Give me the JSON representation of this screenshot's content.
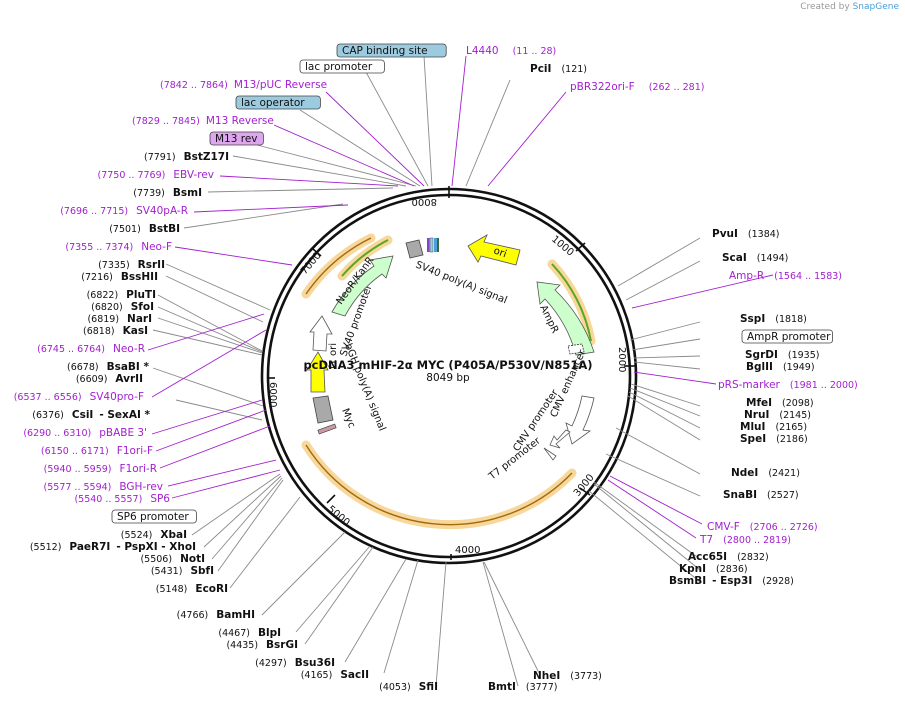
{
  "app": {
    "credit_prefix": "Created by",
    "credit_brand": "SnapGene"
  },
  "plasmid": {
    "name": "pcDNA3 mHIF-2α MYC (P405A/P530V/N851A)",
    "size_text": "8049 bp",
    "length": 8049,
    "ticks": [
      "1000",
      "2000",
      "3000",
      "4000",
      "5000",
      "6000",
      "7000",
      "8000"
    ]
  },
  "colors": {
    "backbone": "#111111",
    "feature_purple": "#a21fcf",
    "ori_yellow": "#ffff00",
    "amp_green": "#ccffcc",
    "promoter_white": "#ffffff",
    "callout_blue": "#9ccbe0",
    "callout_pink": "#dda6ee",
    "halo_orange": "#f5c97a",
    "orf_green": "#5aa624"
  },
  "right_labels": [
    {
      "name": "PvuI",
      "pos": "(1384)",
      "kind": "site"
    },
    {
      "name": "ScaI",
      "pos": "(1494)",
      "kind": "site"
    },
    {
      "name": "Amp-R",
      "pos": "(1564 .. 1583)",
      "kind": "primer"
    },
    {
      "name": "SspI",
      "pos": "(1818)",
      "kind": "site"
    },
    {
      "name": "AmpR promoter",
      "pos": "",
      "kind": "box"
    },
    {
      "name": "SgrDI",
      "pos": "(1935)",
      "kind": "site"
    },
    {
      "name": "BglII",
      "pos": "(1949)",
      "kind": "site"
    },
    {
      "name": "pRS-marker",
      "pos": "(1981 .. 2000)",
      "kind": "primer"
    },
    {
      "name": "MfeI",
      "pos": "(2098)",
      "kind": "site"
    },
    {
      "name": "NruI",
      "pos": "(2145)",
      "kind": "site"
    },
    {
      "name": "MluI",
      "pos": "(2165)",
      "kind": "site"
    },
    {
      "name": "SpeI",
      "pos": "(2186)",
      "kind": "site"
    },
    {
      "name": "NdeI",
      "pos": "(2421)",
      "kind": "site"
    },
    {
      "name": "SnaBI",
      "pos": "(2527)",
      "kind": "site"
    },
    {
      "name": "CMV-F",
      "pos": "(2706 .. 2726)",
      "kind": "primer"
    },
    {
      "name": "T7",
      "pos": "(2800 .. 2819)",
      "kind": "primer"
    },
    {
      "name": "Acc65I",
      "pos": "(2832)",
      "kind": "site"
    },
    {
      "name": "KpnI",
      "pos": "(2836)",
      "kind": "site"
    },
    {
      "name": "BsmBI",
      "pos": "(2928)",
      "kind": "site",
      "extra": "-  Esp3I"
    },
    {
      "name": "NheI",
      "pos": "(3773)",
      "kind": "site"
    },
    {
      "name": "BmtI",
      "pos": "(3777)",
      "kind": "site"
    }
  ],
  "top_labels": [
    {
      "name": "CAP binding site",
      "kind": "box-blue"
    },
    {
      "name": "lac promoter",
      "kind": "box"
    },
    {
      "name": "M13/pUC Reverse",
      "pos": "(7842 .. 7864)",
      "kind": "primer"
    },
    {
      "name": "lac operator",
      "kind": "box-blue"
    },
    {
      "name": "M13 Reverse",
      "pos": "(7829 .. 7845)",
      "kind": "primer"
    },
    {
      "name": "M13 rev",
      "kind": "box-pink"
    },
    {
      "name": "L4440",
      "pos": "(11 .. 28)",
      "kind": "primer"
    },
    {
      "name": "PciI",
      "pos": "(121)",
      "kind": "site"
    },
    {
      "name": "pBR322ori-F",
      "pos": "(262 .. 281)",
      "kind": "primer"
    }
  ],
  "left_labels": [
    {
      "name": "BstZ17I",
      "pos": "(7791)",
      "kind": "site"
    },
    {
      "name": "EBV-rev",
      "pos": "(7750 .. 7769)",
      "kind": "primer"
    },
    {
      "name": "BsmI",
      "pos": "(7739)",
      "kind": "site"
    },
    {
      "name": "SV40pA-R",
      "pos": "(7696 .. 7715)",
      "kind": "primer"
    },
    {
      "name": "BstBI",
      "pos": "(7501)",
      "kind": "site"
    },
    {
      "name": "Neo-F",
      "pos": "(7355 .. 7374)",
      "kind": "primer"
    },
    {
      "name": "RsrII",
      "pos": "(7335)",
      "kind": "site"
    },
    {
      "name": "BssHII",
      "pos": "(7216)",
      "kind": "site"
    },
    {
      "name": "PluTI",
      "pos": "(6822)",
      "kind": "site"
    },
    {
      "name": "SfoI",
      "pos": "(6820)",
      "kind": "site"
    },
    {
      "name": "NarI",
      "pos": "(6819)",
      "kind": "site"
    },
    {
      "name": "KasI",
      "pos": "(6818)",
      "kind": "site"
    },
    {
      "name": "Neo-R",
      "pos": "(6745 .. 6764)",
      "kind": "primer"
    },
    {
      "name": "BsaBI *",
      "pos": "(6678)",
      "kind": "site"
    },
    {
      "name": "AvrII",
      "pos": "(6609)",
      "kind": "site"
    },
    {
      "name": "SV40pro-F",
      "pos": "(6537 .. 6556)",
      "kind": "primer"
    },
    {
      "name": "CsiI",
      "pos": "(6376)",
      "kind": "site",
      "extra": "-  SexAI *"
    },
    {
      "name": "pBABE 3'",
      "pos": "(6290 .. 6310)",
      "kind": "primer"
    },
    {
      "name": "F1ori-F",
      "pos": "(6150 .. 6171)",
      "kind": "primer"
    },
    {
      "name": "F1ori-R",
      "pos": "(5940 .. 5959)",
      "kind": "primer"
    },
    {
      "name": "BGH-rev",
      "pos": "(5577 .. 5594)",
      "kind": "primer"
    },
    {
      "name": "SP6",
      "pos": "(5540 .. 5557)",
      "kind": "primer"
    },
    {
      "name": "SP6 promoter",
      "kind": "box"
    },
    {
      "name": "XbaI",
      "pos": "(5524)",
      "kind": "site"
    },
    {
      "name": "PaeR7I",
      "pos": "(5512)",
      "kind": "site",
      "extra": "-  PspXI   -  XhoI"
    },
    {
      "name": "NotI",
      "pos": "(5506)",
      "kind": "site"
    },
    {
      "name": "SbfI",
      "pos": "(5431)",
      "kind": "site"
    },
    {
      "name": "EcoRI",
      "pos": "(5148)",
      "kind": "site"
    },
    {
      "name": "BamHI",
      "pos": "(4766)",
      "kind": "site"
    },
    {
      "name": "BlpI",
      "pos": "(4467)",
      "kind": "site"
    },
    {
      "name": "BsrGI",
      "pos": "(4435)",
      "kind": "site"
    },
    {
      "name": "Bsu36I",
      "pos": "(4297)",
      "kind": "site"
    },
    {
      "name": "SacII",
      "pos": "(4165)",
      "kind": "site"
    },
    {
      "name": "SfiI",
      "pos": "(4053)",
      "kind": "site"
    }
  ],
  "features": {
    "ori": "ori",
    "ampr": "AmpR",
    "ampr_promoter": "AmpR promoter",
    "cmv_enhancer": "CMV enhancer",
    "cmv_promoter": "CMV promoter",
    "t7_promoter": "T7 promoter",
    "myc": "Myc",
    "bgh": "bGH poly(A) signal",
    "f1ori": "f1 ori",
    "sv40_promoter": "SV40 promoter",
    "neor": "NeoR/KanR",
    "sv40_polya": "SV40 poly(A) signal"
  }
}
